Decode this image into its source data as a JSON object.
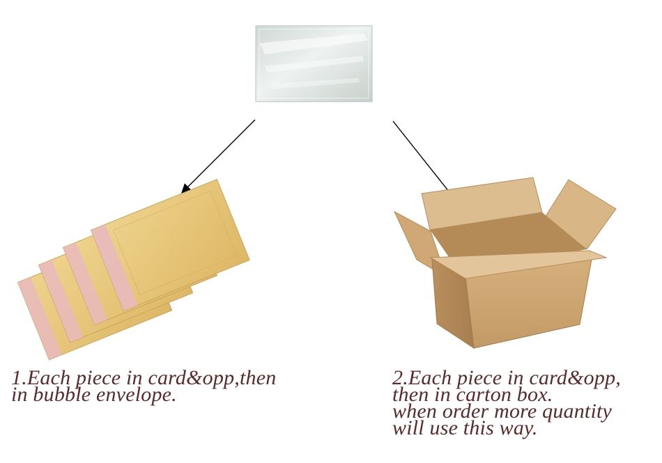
{
  "captions": {
    "option1": {
      "line1": "1.Each piece in card&opp,then",
      "line2": "in bubble envelope."
    },
    "option2": {
      "line1": "2.Each piece in card&opp,",
      "line2": "then in carton box.",
      "line3": "when order more quantity",
      "line4": "will use this way."
    }
  },
  "colors": {
    "caption_text": "#5a2a2a",
    "kraft_envelope": "#e7c77a",
    "carton": "#c9a06c",
    "arrow": "#000000"
  },
  "images": {
    "opp_bag": "clear plastic opp bag",
    "bubble_envelopes": "kraft bubble mailer envelopes",
    "carton_box": "open corrugated carton box"
  }
}
